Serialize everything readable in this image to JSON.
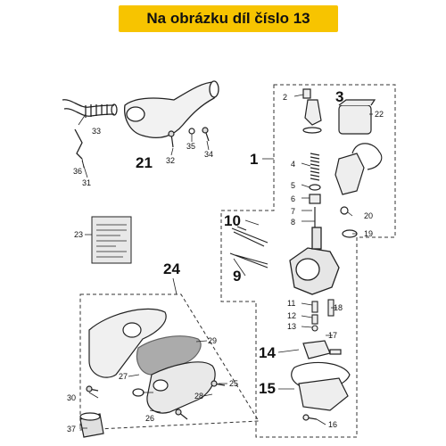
{
  "banner": {
    "text": "Na obrázku díl číslo 13",
    "color": "#f7c400"
  },
  "diagram": {
    "small_labels": [
      "2",
      "4",
      "5",
      "6",
      "7",
      "8",
      "11",
      "12",
      "13",
      "16",
      "17",
      "18",
      "19",
      "20",
      "22",
      "23",
      "25",
      "26",
      "27",
      "28",
      "29",
      "30",
      "31",
      "32",
      "33",
      "34",
      "35",
      "36",
      "37"
    ],
    "group_labels": [
      "1",
      "3",
      "9",
      "10",
      "14",
      "15",
      "21",
      "24"
    ]
  }
}
